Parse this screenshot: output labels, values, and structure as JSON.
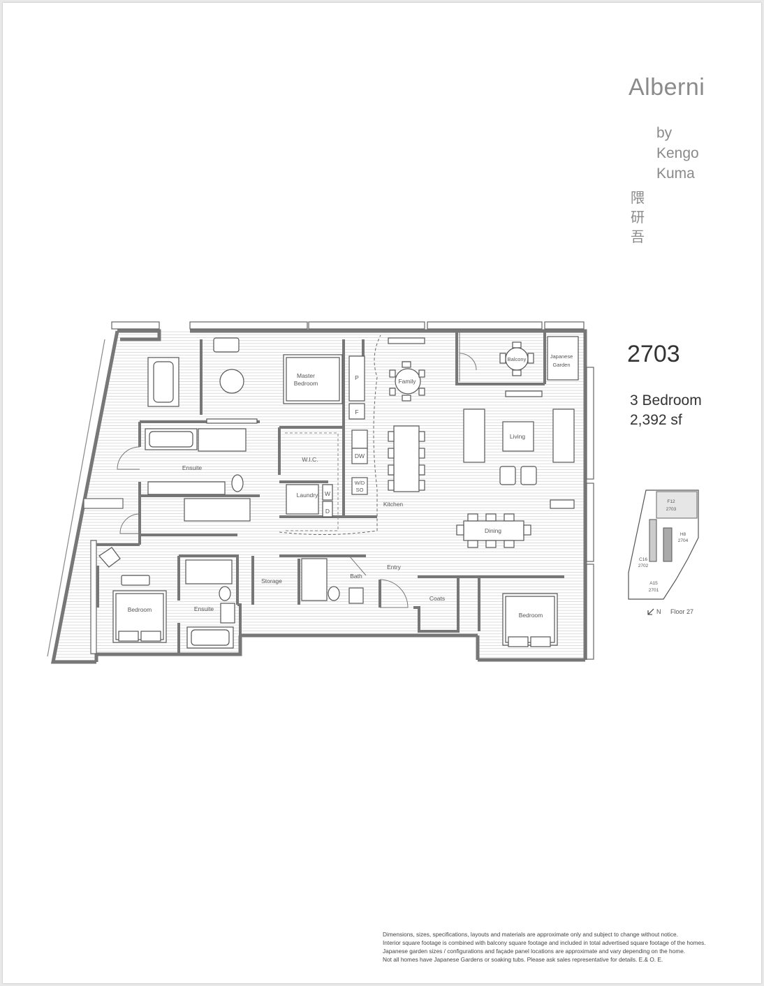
{
  "brand": {
    "title": "Alberni",
    "by_lines": [
      "by",
      "Kengo",
      "Kuma"
    ],
    "kanji": [
      "隈",
      "研",
      "吾"
    ]
  },
  "unit": {
    "number": "2703",
    "bedrooms": "3 Bedroom",
    "area": "2,392 sf"
  },
  "rooms": {
    "master_bedroom": [
      "Master",
      "Bedroom"
    ],
    "family": "Family",
    "balcony": "Balcony",
    "japanese_garden": [
      "Japanese",
      "Garden"
    ],
    "pantry": "P",
    "fridge": "F",
    "dishwasher": "DW",
    "washer_dryer": [
      "W/D",
      "SO"
    ],
    "living": "Living",
    "ensuite_master": "Ensuite",
    "wic": "W.I.C.",
    "laundry": "Laundry",
    "washer": "W",
    "dryer": "D",
    "kitchen": "Kitchen",
    "dining": "Dining",
    "entry": "Entry",
    "storage": "Storage",
    "bath": "Bath",
    "coats": "Coats",
    "bedroom_left": "Bedroom",
    "ensuite_left": "Ensuite",
    "bedroom_right": "Bedroom"
  },
  "keyplan": {
    "f12": [
      "F12",
      "2703"
    ],
    "h8": [
      "H8",
      "2704"
    ],
    "c16": [
      "C16",
      "2702"
    ],
    "a15": [
      "A15",
      "2701"
    ],
    "north": "N",
    "floor": "Floor 27"
  },
  "disclaimer": [
    "Dimensions, sizes, specifications, layouts and materials are approximate only and subject to change without notice.",
    "Interior square footage is combined with balcony square footage and included in total advertised square footage of the homes.",
    "Japanese garden sizes / configurations and façade panel locations are approximate and vary depending on the home.",
    "Not all homes have Japanese Gardens or soaking tubs. Please ask sales representative for details. E.& O. E."
  ]
}
